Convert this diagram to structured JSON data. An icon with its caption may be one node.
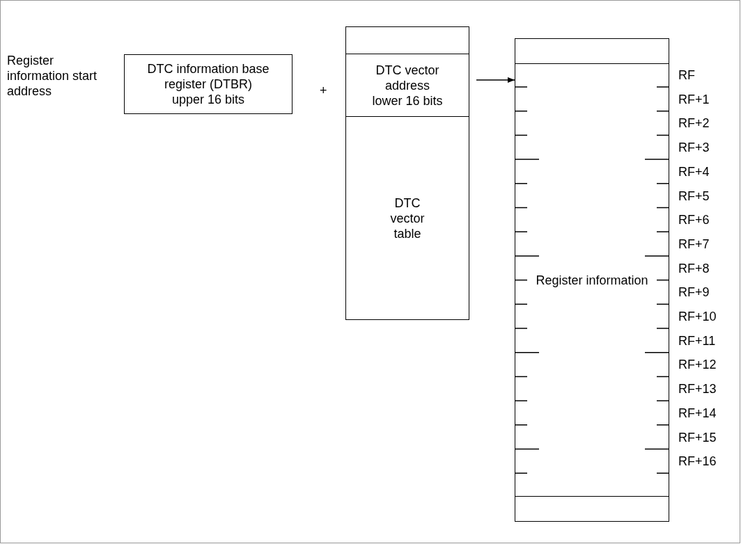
{
  "diagram": {
    "nodes": [
      {
        "text": [
          "DTC information base register (DTBR) upper 16 bits"
        ]
      },
      {
        "text": [],
        "shape": "box"
      },
      {
        "text": [
          "DTC vector address lower 16 bits"
        ]
      },
      {
        "text": [
          "DTC vector table"
        ]
      },
      {
        "text": [],
        "shape": "box"
      },
      {
        "text": [
          "Register information"
        ],
        "beside": [
          "RF",
          "RF+1",
          "RF+2",
          "RF+3",
          "RF+4",
          "RF+5",
          "RF+6",
          "RF+7",
          "RF+8",
          "RF+9",
          "RF+10",
          "RF+11",
          "RF+12",
          "RF+13",
          "RF+14",
          "RF+15",
          "RF+16"
        ]
      },
      {
        "text": [],
        "shape": "box"
      }
    ],
    "edges": [
      {
        "from": 2,
        "to": 5,
        "arrow": "to"
      }
    ],
    "labels": [
      "Register information start address",
      "+"
    ]
  }
}
